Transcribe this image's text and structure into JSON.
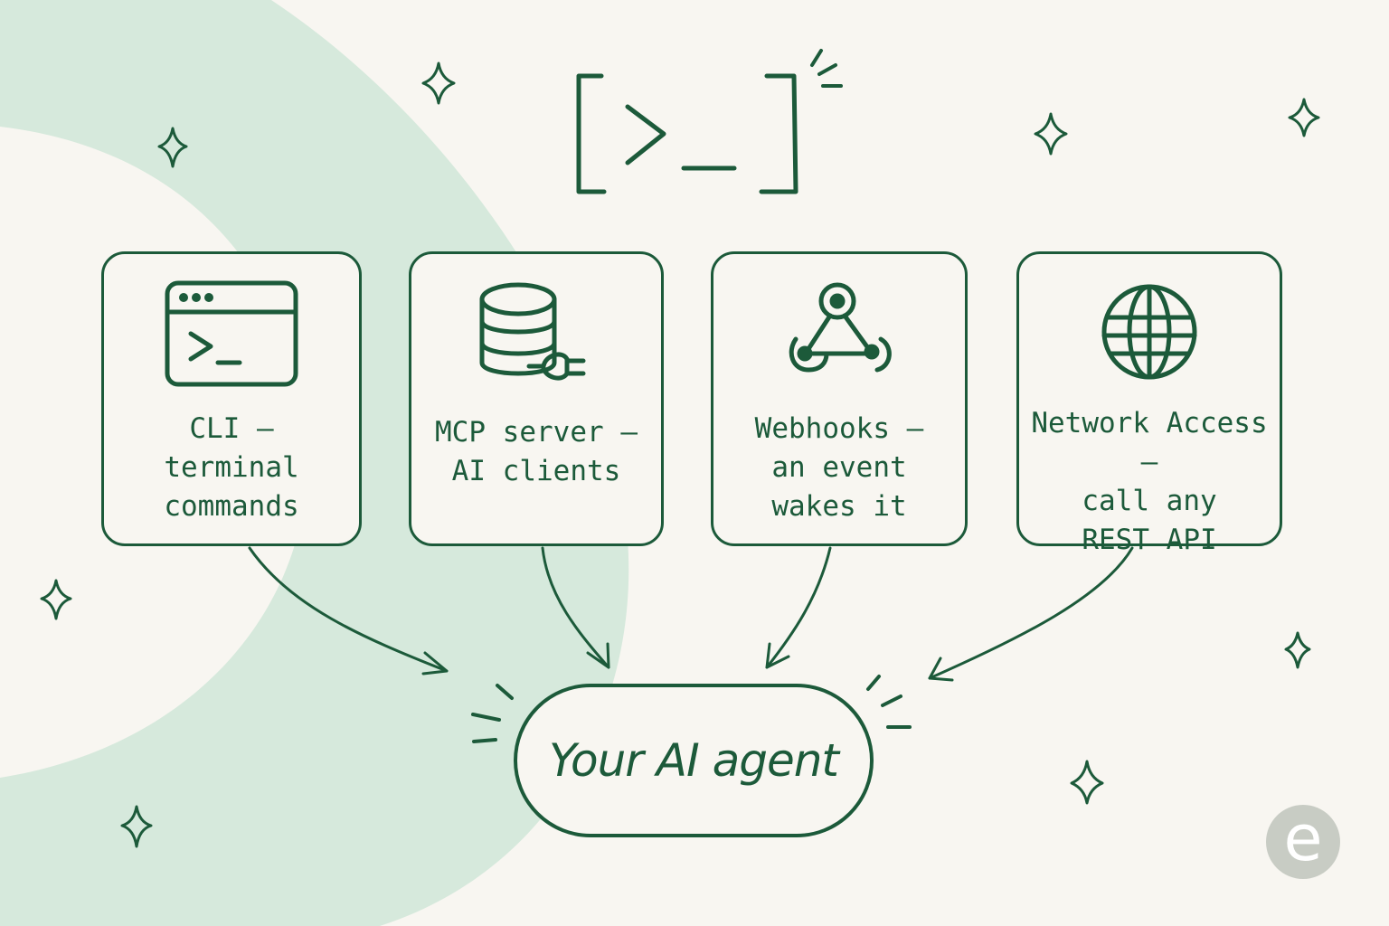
{
  "header_icon": "terminal-prompt-icon",
  "cards": [
    {
      "id": "cli",
      "icon": "terminal-window-icon",
      "label": "CLI —\nterminal\ncommands"
    },
    {
      "id": "mcp",
      "icon": "database-plug-icon",
      "label": "MCP server —\nAI clients"
    },
    {
      "id": "webhooks",
      "icon": "webhook-icon",
      "label": "Webhooks —\nan event\nwakes it"
    },
    {
      "id": "network",
      "icon": "globe-icon",
      "label": "Network Access —\ncall any\nREST API"
    }
  ],
  "agent": {
    "label": "Your AI agent"
  },
  "logo": {
    "letter": "e"
  },
  "colors": {
    "ink": "#1c5a3a",
    "background": "#f8f6f1",
    "swoosh": "#d6e9dc",
    "logo": "#c8ccc4"
  }
}
